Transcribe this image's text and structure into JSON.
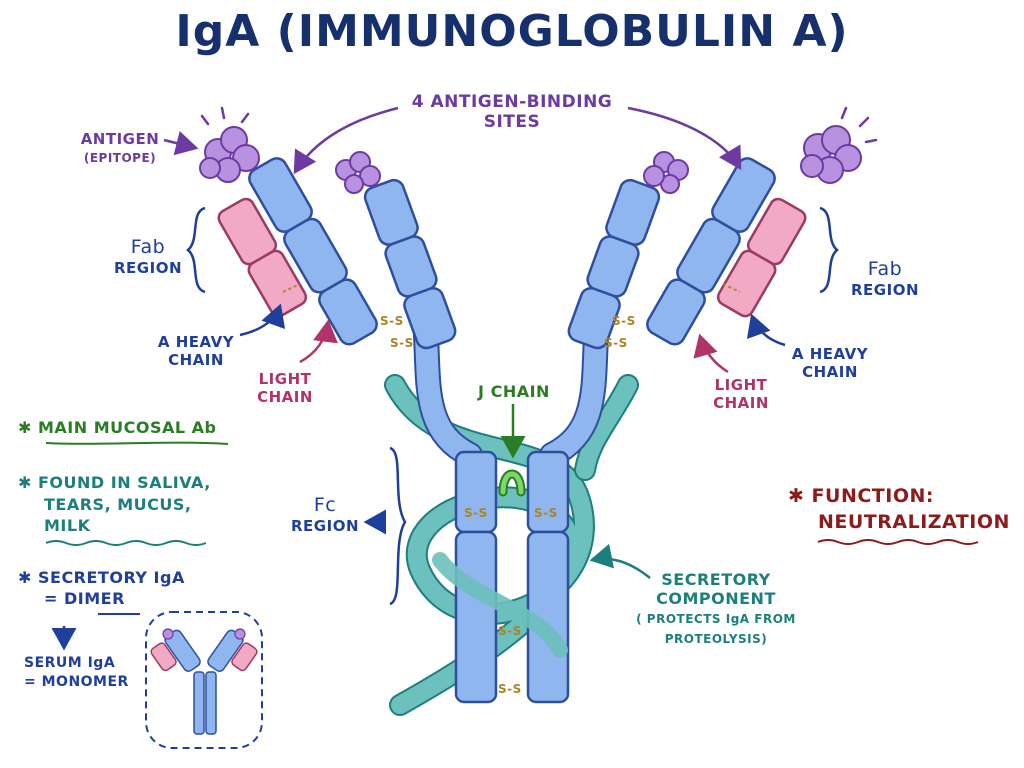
{
  "title": "IgA (IMMUNOGLOBULIN A)",
  "labels": {
    "antigen_binding": [
      "4 ANTIGEN-BINDING",
      "SITES"
    ],
    "antigen": [
      "ANTIGEN",
      "(EPITOPE)"
    ],
    "fab_left": [
      "Fab",
      "REGION"
    ],
    "fab_right": [
      "Fab",
      "REGION"
    ],
    "alpha_left": [
      "α HEAVY",
      "CHAIN"
    ],
    "alpha_right": [
      "α HEAVY",
      "CHAIN"
    ],
    "light_left": [
      "LIGHT",
      "CHAIN"
    ],
    "light_right": [
      "LIGHT",
      "CHAIN"
    ],
    "j_chain": "J CHAIN",
    "fc_region": [
      "Fc",
      "REGION"
    ],
    "secretory_component": [
      "SECRETORY",
      "COMPONENT",
      "( PROTECTS IgA FROM",
      "PROTEOLYSIS)"
    ],
    "disulfide": "S-S"
  },
  "notes": {
    "bullet": "✱",
    "main_mucosal": "MAIN MUCOSAL Ab",
    "found_in": [
      "FOUND IN SALIVA,",
      "TEARS, MUCUS,",
      "MILK"
    ],
    "secretory_iga": [
      "SECRETORY IgA",
      "= DIMER"
    ],
    "serum_iga": [
      "SERUM IgA",
      "= MONOMER"
    ],
    "arrow_down": "↓",
    "function": [
      "FUNCTION:",
      "NEUTRALIZATION"
    ]
  },
  "colors": {
    "heavy_chain": "#8fb6ee",
    "heavy_chain_stroke": "#2f4f9e",
    "light_chain": "#f2a9c3",
    "light_chain_stroke": "#9b3a64",
    "antigen": "#b892e0",
    "antigen_stroke": "#6c3aa3",
    "secretory": "#6cc0bd",
    "secretory_stroke": "#1d7f7c",
    "j_chain": "#7fd66a",
    "j_chain_stroke": "#2a7d24",
    "disulfide": "#a88624"
  }
}
